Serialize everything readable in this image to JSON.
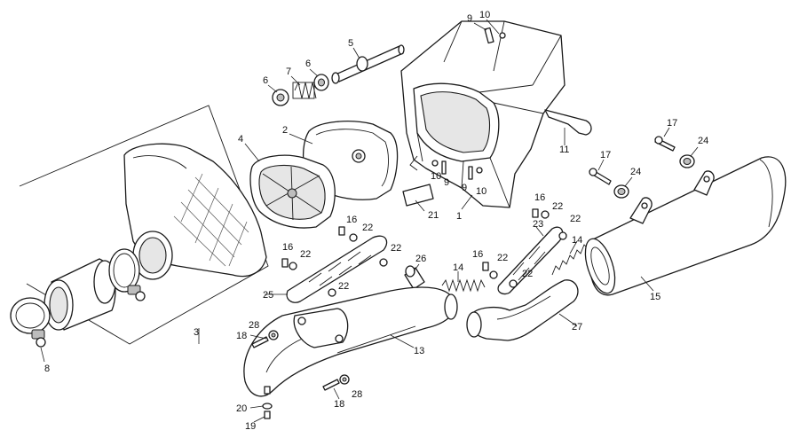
{
  "callouts": [
    {
      "id": "c1",
      "text": "1"
    },
    {
      "id": "c2",
      "text": "2"
    },
    {
      "id": "c3",
      "text": "3"
    },
    {
      "id": "c4",
      "text": "4"
    },
    {
      "id": "c5",
      "text": "5"
    },
    {
      "id": "c6a",
      "text": "6"
    },
    {
      "id": "c6b",
      "text": "6"
    },
    {
      "id": "c7",
      "text": "7"
    },
    {
      "id": "c8",
      "text": "8"
    },
    {
      "id": "c9a",
      "text": "9"
    },
    {
      "id": "c9b",
      "text": "9"
    },
    {
      "id": "c9c",
      "text": "9"
    },
    {
      "id": "c10a",
      "text": "10"
    },
    {
      "id": "c10b",
      "text": "10"
    },
    {
      "id": "c10c",
      "text": "10"
    },
    {
      "id": "c11",
      "text": "11"
    },
    {
      "id": "c13",
      "text": "13"
    },
    {
      "id": "c14a",
      "text": "14"
    },
    {
      "id": "c14b",
      "text": "14"
    },
    {
      "id": "c15",
      "text": "15"
    },
    {
      "id": "c16a",
      "text": "16"
    },
    {
      "id": "c16b",
      "text": "16"
    },
    {
      "id": "c16c",
      "text": "16"
    },
    {
      "id": "c16d",
      "text": "16"
    },
    {
      "id": "c17a",
      "text": "17"
    },
    {
      "id": "c17b",
      "text": "17"
    },
    {
      "id": "c18a",
      "text": "18"
    },
    {
      "id": "c18b",
      "text": "18"
    },
    {
      "id": "c19",
      "text": "19"
    },
    {
      "id": "c20",
      "text": "20"
    },
    {
      "id": "c21",
      "text": "21"
    },
    {
      "id": "c22a",
      "text": "22"
    },
    {
      "id": "c22b",
      "text": "22"
    },
    {
      "id": "c22c",
      "text": "22"
    },
    {
      "id": "c22d",
      "text": "22"
    },
    {
      "id": "c22e",
      "text": "22"
    },
    {
      "id": "c22f",
      "text": "22"
    },
    {
      "id": "c22g",
      "text": "22"
    },
    {
      "id": "c22h",
      "text": "22"
    },
    {
      "id": "c23",
      "text": "23"
    },
    {
      "id": "c24a",
      "text": "24"
    },
    {
      "id": "c24b",
      "text": "24"
    },
    {
      "id": "c25",
      "text": "25"
    },
    {
      "id": "c26",
      "text": "26"
    },
    {
      "id": "c27",
      "text": "27"
    },
    {
      "id": "c28a",
      "text": "28"
    },
    {
      "id": "c28b",
      "text": "28"
    }
  ]
}
